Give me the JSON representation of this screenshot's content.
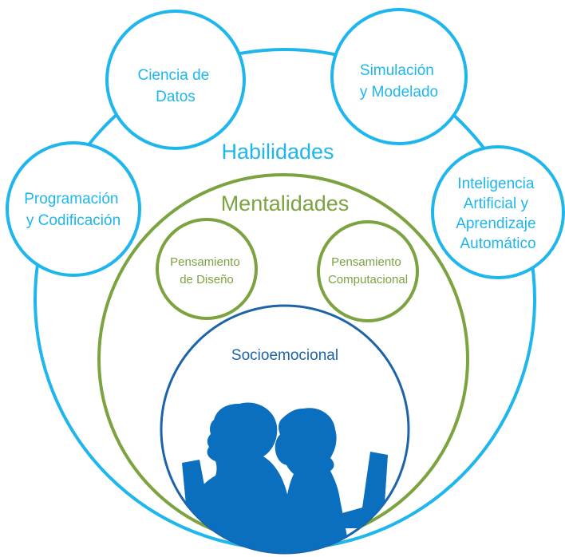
{
  "colors": {
    "skills": "#1eb6ec",
    "mindsets": "#7ba33f",
    "socioemotional": "#1c63a8",
    "silhouette": "#0b6fbf"
  },
  "habilidades": {
    "title": "Habilidades",
    "items": [
      {
        "line1": "Ciencia de",
        "line2": "Datos"
      },
      {
        "line1": "Simulación",
        "line2": "y Modelado"
      },
      {
        "line1": "Programación",
        "line2": "y Codificación"
      },
      {
        "line1": "Inteligencia",
        "line2": "Artificial y",
        "line3": "Aprendizaje",
        "line4": "Automático"
      }
    ]
  },
  "mentalidades": {
    "title": "Mentalidades",
    "items": [
      {
        "line1": "Pensamiento",
        "line2": "de Diseño"
      },
      {
        "line1": "Pensamiento",
        "line2": "Computacional"
      }
    ]
  },
  "socioemocional": {
    "title": "Socioemocional",
    "image": "students-with-laptops-silhouette"
  }
}
